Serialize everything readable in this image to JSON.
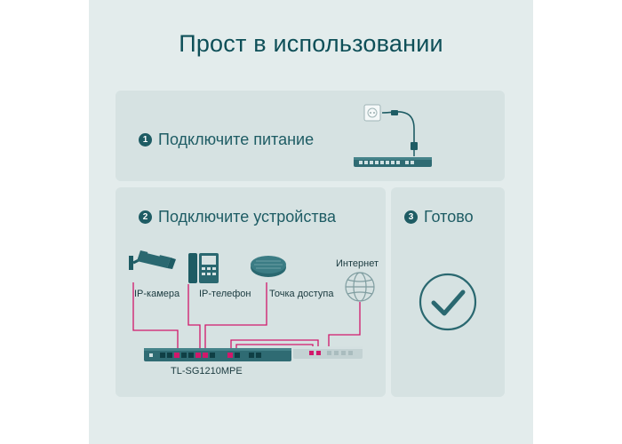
{
  "title": "Прост в использовании",
  "steps": [
    {
      "number": "1",
      "label": "Подключите питание"
    },
    {
      "number": "2",
      "label": "Подключите устройства"
    },
    {
      "number": "3",
      "label": "Готово"
    }
  ],
  "devices": {
    "ip_camera": "IP-камера",
    "ip_phone": "IP-телефон",
    "access_point": "Точка доступа",
    "internet": "Интернет"
  },
  "switch_model": "TL-SG1210MPE",
  "colors": {
    "panel_bg": "#e3ecec",
    "card_bg": "#d6e2e2",
    "title": "#0e4f58",
    "accent_teal": "#1e6e78",
    "link_magenta": "#d1186b"
  },
  "icons": [
    "power-outlet-icon",
    "power-plug-icon",
    "cctv-camera-icon",
    "ip-phone-icon",
    "access-point-icon",
    "globe-icon",
    "checkmark-icon"
  ]
}
